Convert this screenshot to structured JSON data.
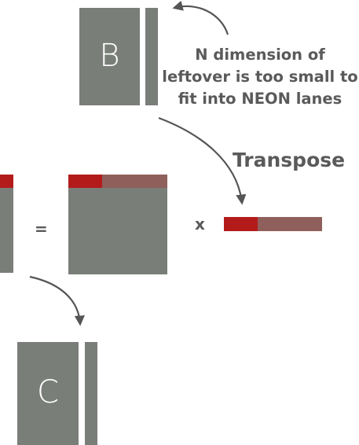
{
  "colors": {
    "matrix_gray": "#7a7e79",
    "highlight_red": "#b31b1b",
    "faded_red": "#8f605b",
    "text": "#5a5a5a",
    "arrow": "#555555"
  },
  "matrix_b": {
    "label": "B"
  },
  "matrix_c": {
    "label": "C"
  },
  "annotation": {
    "line1": "N dimension of",
    "line2": "leftover is too small to",
    "line3": "fit into NEON lanes"
  },
  "transpose_label": "Transpose",
  "equals_sign": "=",
  "times_sign": "x",
  "icons": [
    "curved-arrow-icon"
  ]
}
